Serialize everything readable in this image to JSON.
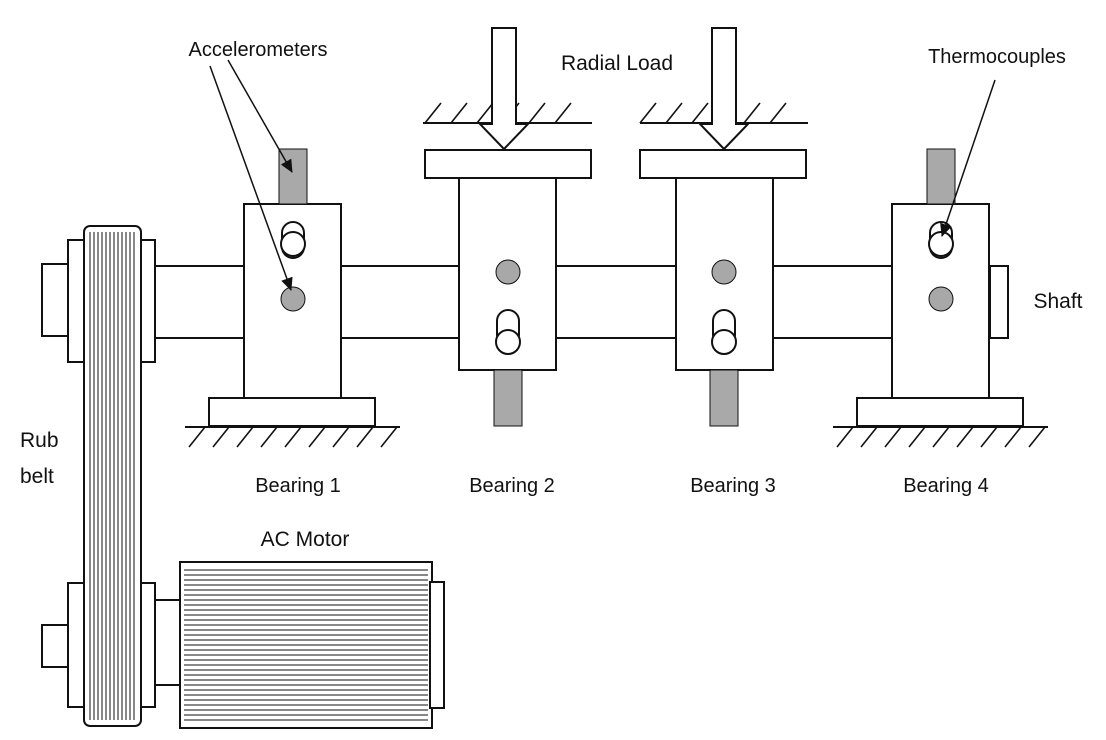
{
  "labels": {
    "accelerometers": "Accelerometers",
    "radial_load": "Radial Load",
    "thermocouples": "Thermocouples",
    "shaft": "Shaft",
    "rub_belt_line1": "Rub",
    "rub_belt_line2": "belt",
    "ac_motor": "AC Motor",
    "bearing_1": "Bearing 1",
    "bearing_2": "Bearing 2",
    "bearing_3": "Bearing 3",
    "bearing_4": "Bearing 4"
  },
  "colors": {
    "line": "#111111",
    "sensor_gray": "#a9a9a9",
    "dot_gray": "#a8a8a8",
    "background": "#ffffff"
  }
}
